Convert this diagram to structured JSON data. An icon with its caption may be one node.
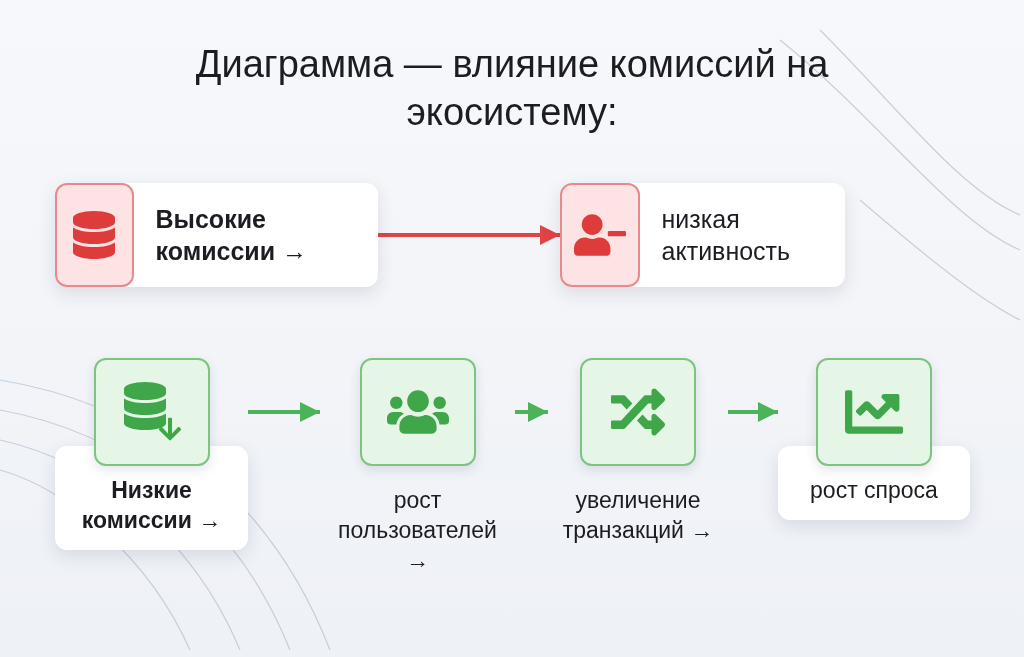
{
  "diagram": {
    "title": "Диаграмма — влияние комиссий на экосистему:",
    "nodes": [
      {
        "text": [
          "Высокие комиссии →"
        ]
      },
      {
        "text": [
          "низкая активность"
        ]
      },
      {
        "text": [
          "Низкие комиссии →"
        ]
      },
      {
        "text": [
          "рост пользователей →"
        ]
      },
      {
        "text": [
          "увеличение транзакций →"
        ]
      },
      {
        "text": [
          "рост спроса"
        ]
      }
    ],
    "edges": [
      {
        "from": 0,
        "to": 1,
        "arrow": "to",
        "color": "#e04444"
      },
      {
        "from": 2,
        "to": 3,
        "arrow": "to"
      },
      {
        "from": 3,
        "to": 4,
        "arrow": "to"
      },
      {
        "from": 4,
        "to": 5,
        "arrow": "to"
      }
    ]
  }
}
